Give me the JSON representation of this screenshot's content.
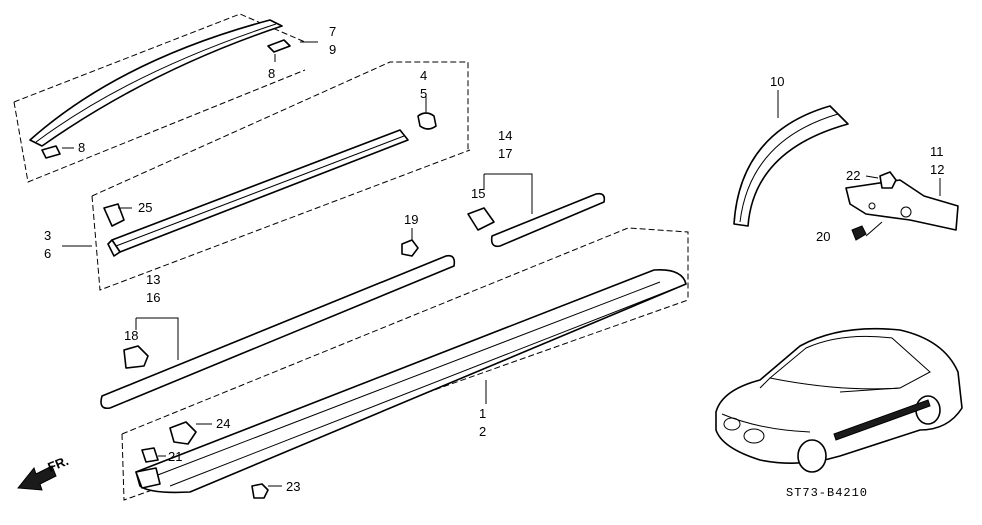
{
  "callouts": {
    "c7": "7",
    "c9": "9",
    "c8a": "8",
    "c8b": "8",
    "c4": "4",
    "c5": "5",
    "c3": "3",
    "c6": "6",
    "c25": "25",
    "c14": "14",
    "c17": "17",
    "c15": "15",
    "c19": "19",
    "c13": "13",
    "c16": "16",
    "c18": "18",
    "c1": "1",
    "c2": "2",
    "c24": "24",
    "c21": "21",
    "c23": "23",
    "c10": "10",
    "c11": "11",
    "c12": "12",
    "c22": "22",
    "c20": "20"
  },
  "direction_label": "FR.",
  "diagram_code": "ST73-B4210",
  "colors": {
    "ink": "#000000",
    "paper": "#ffffff"
  }
}
